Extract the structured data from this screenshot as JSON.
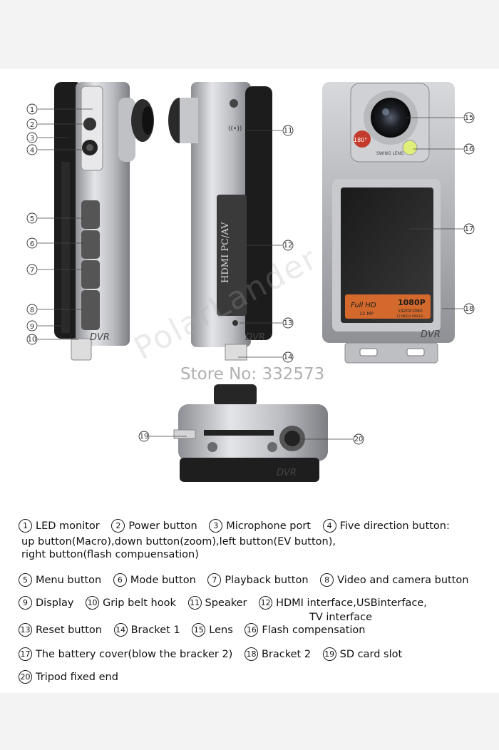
{
  "store_watermark": "Store No: 332573",
  "brand_watermark": "PolarLander",
  "dvr_mark": "DVR",
  "camera_labels": {
    "full_hd": "Full HD",
    "resolution_1080p": "1080P",
    "megapixels": "12 MP",
    "res_1920": "1920X1080",
    "mega_pixels": "12 MEGA PIXELS",
    "hdmi_text": "HDMI PC/AV",
    "swing_lens": "SWING LENS",
    "rotate": "180°"
  },
  "callouts": [
    "1",
    "2",
    "3",
    "4",
    "5",
    "6",
    "7",
    "8",
    "9",
    "10",
    "11",
    "12",
    "13",
    "14",
    "15",
    "16",
    "17",
    "18",
    "19",
    "20"
  ],
  "legend": {
    "row1": [
      {
        "num": "1",
        "text": "LED monitor"
      },
      {
        "num": "2",
        "text": "Power button"
      },
      {
        "num": "3",
        "text": "Microphone port"
      },
      {
        "num": "4",
        "text": "Five direction button:"
      }
    ],
    "row1_cont1": "up button(Macro),down button(zoom),left button(EV button),",
    "row1_cont2": "right button(flash compuensation)",
    "row2": [
      {
        "num": "5",
        "text": "Menu button"
      },
      {
        "num": "6",
        "text": "Mode button"
      },
      {
        "num": "7",
        "text": "Playback button"
      },
      {
        "num": "8",
        "text": "Video and camera button"
      }
    ],
    "row3": [
      {
        "num": "9",
        "text": "Display"
      },
      {
        "num": "10",
        "text": "Grip belt hook"
      },
      {
        "num": "11",
        "text": "Speaker"
      },
      {
        "num": "12",
        "text": "HDMI interface,USBinterface,"
      }
    ],
    "row3_cont": "TV interface",
    "row4": [
      {
        "num": "13",
        "text": "Reset button"
      },
      {
        "num": "14",
        "text": "Bracket 1"
      },
      {
        "num": "15",
        "text": "Lens"
      },
      {
        "num": "16",
        "text": "Flash compensation"
      }
    ],
    "row5": [
      {
        "num": "17",
        "text": "The battery cover(blow the bracker 2)"
      },
      {
        "num": "18",
        "text": "Bracket 2"
      },
      {
        "num": "19",
        "text": "SD card slot"
      }
    ],
    "row6": [
      {
        "num": "20",
        "text": "Tripod fixed end"
      }
    ]
  }
}
